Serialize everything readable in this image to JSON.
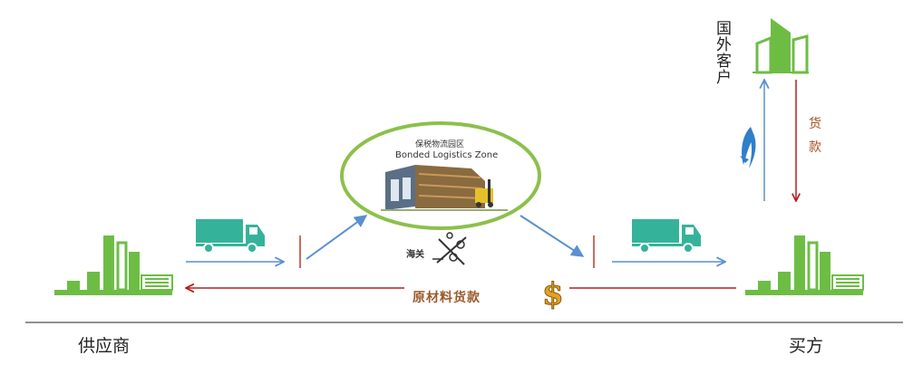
{
  "labels": {
    "supplier": "供应商",
    "buyer": "买方",
    "foreign_customer": "国外客户",
    "payment_vertical": "货款",
    "raw_material_payment": "原材料货款",
    "customs": "海关",
    "zone_cn": "保税物流园区",
    "zone_en": "Bonded Logistics Zone"
  },
  "colors": {
    "factory_green": "#6dbd45",
    "truck_teal": "#35b39a",
    "flow_blue": "#5b8fce",
    "payment_red": "#b02020",
    "zone_outline": "#8cc04c",
    "label_brown": "#9a5a2a"
  },
  "icons": [
    "factory-icon",
    "truck-icon",
    "warehouse-icon",
    "customs-icon",
    "dollar-icon",
    "airline-icon",
    "building-icon"
  ]
}
